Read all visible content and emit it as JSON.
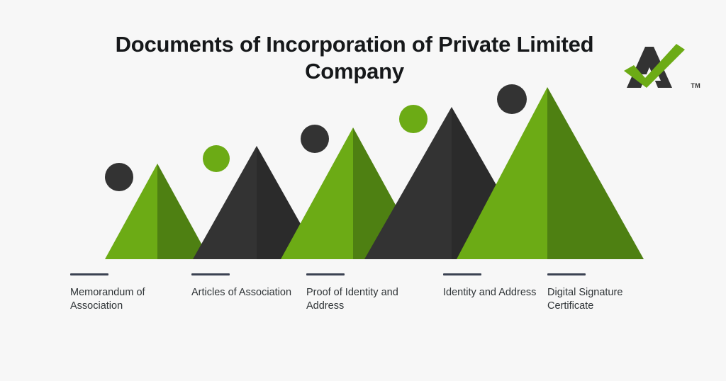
{
  "background_color": "#f7f7f7",
  "header": {
    "title": "Documents of Incorporation of Private Limited Company"
  },
  "logo": {
    "name": "atoz-a-check-logo",
    "mark_color": "#333333",
    "check_color": "#6cab15",
    "trademark": "TM"
  },
  "chart_data": {
    "type": "bar",
    "title": "Documents of Incorporation of Private Limited Company",
    "xlabel": "",
    "ylabel": "",
    "grid": false,
    "legend": "none",
    "style": "mountain-triangles-with-circles",
    "categories": [
      "Memorandum of Association",
      "Articles of Association",
      "Proof of Identity and Address",
      "Identity and Address",
      "Digital Signature Certificate"
    ],
    "values": [
      135,
      160,
      186,
      215,
      243
    ],
    "ylim": [
      0,
      260
    ],
    "colors": {
      "green_light": "#6cab15",
      "green_dark": "#4e8012",
      "charcoal_light": "#333333",
      "charcoal_dark": "#2b2b2b",
      "tick": "#3b4252",
      "label_text": "#2f3437"
    },
    "peaks": [
      {
        "index": 0,
        "label": "Memorandum of Association",
        "color": "green",
        "apex_x": 222,
        "apex_y": 231,
        "base_left": 148,
        "base_right": 296,
        "marker_color": "charcoal",
        "marker_cx": 168,
        "marker_cy": 250,
        "marker_r": 20
      },
      {
        "index": 1,
        "label": "Articles of Association",
        "color": "charcoal",
        "apex_x": 362,
        "apex_y": 206,
        "base_left": 272,
        "base_right": 452,
        "marker_color": "green",
        "marker_cx": 305,
        "marker_cy": 224,
        "marker_r": 19
      },
      {
        "index": 2,
        "label": "Proof of Identity and Address",
        "color": "green",
        "apex_x": 498,
        "apex_y": 180,
        "base_left": 396,
        "base_right": 600,
        "marker_color": "charcoal",
        "marker_cx": 444,
        "marker_cy": 196,
        "marker_r": 20
      },
      {
        "index": 3,
        "label": "Identity and Address",
        "color": "charcoal",
        "apex_x": 637,
        "apex_y": 151,
        "base_left": 514,
        "base_right": 760,
        "marker_color": "green",
        "marker_cx": 583,
        "marker_cy": 168,
        "marker_r": 20
      },
      {
        "index": 4,
        "label": "Digital Signature Certificate",
        "color": "green",
        "apex_x": 772,
        "apex_y": 123,
        "base_left": 644,
        "base_right": 908,
        "marker_color": "charcoal",
        "marker_cx": 722,
        "marker_cy": 140,
        "marker_r": 21
      }
    ],
    "baseline_y": 366
  },
  "labels": [
    {
      "text": "Memorandum of Association"
    },
    {
      "text": "Articles of Association"
    },
    {
      "text": "Proof of Identity and Address"
    },
    {
      "text": "Identity and Address"
    },
    {
      "text": "Digital Signature Certificate"
    }
  ]
}
